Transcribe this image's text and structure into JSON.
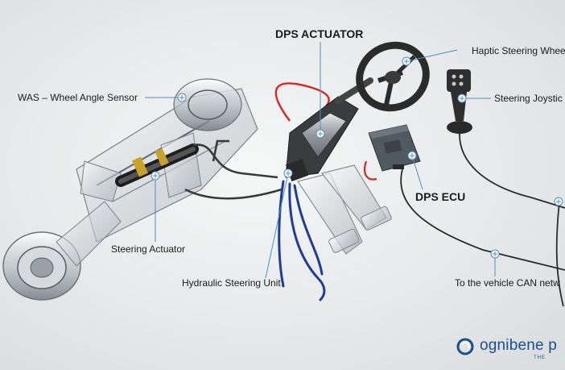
{
  "labels": {
    "dps_actuator": "DPS ACTUATOR",
    "haptic_wheel": "Haptic Steering Whee",
    "steering_joystick": "Steering Joystic",
    "was": "WAS – Wheel Angle Sensor",
    "dps_ecu": "DPS ECU",
    "steering_actuator": "Steering Actuator",
    "hydraulic_unit": "Hydraulic Steering Unit",
    "can_network": "To the vehicle CAN netw"
  },
  "logo": {
    "text": "ognibene p",
    "tagline": "THE"
  },
  "colors": {
    "callout": "#4a90c8",
    "hose_red": "#d8231f",
    "hose_blue": "#1f3c9a",
    "cable": "#2a2a2a",
    "brand": "#1b4f8c"
  }
}
